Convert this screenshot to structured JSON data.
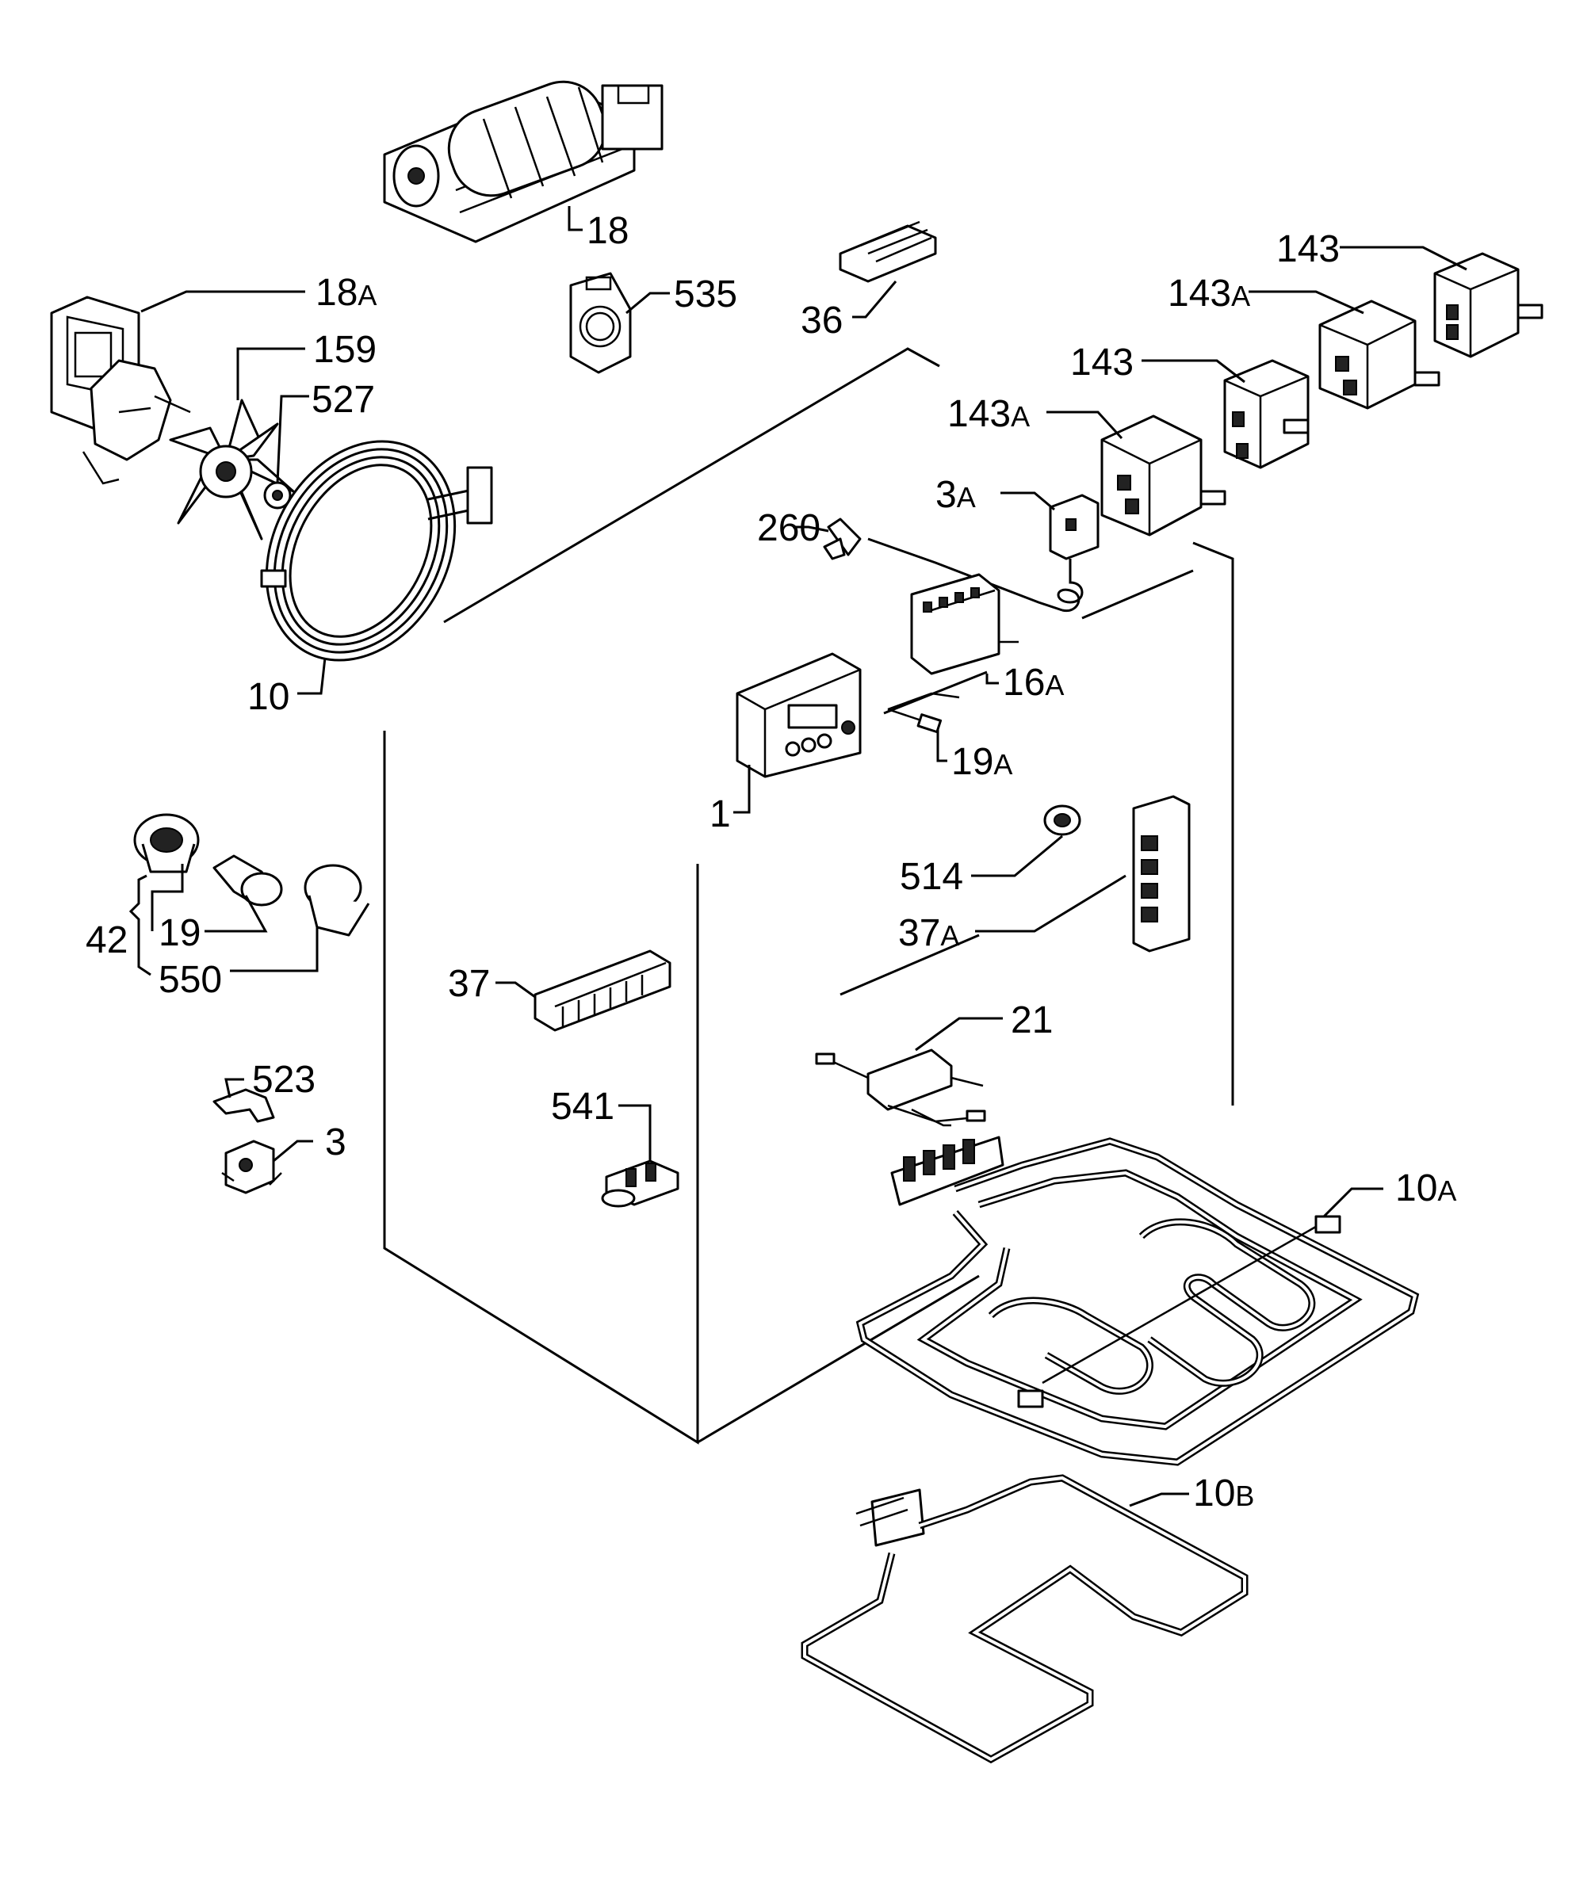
{
  "diagram": {
    "callouts": [
      {
        "id": "18",
        "num": "18",
        "suffix": ""
      },
      {
        "id": "18a",
        "num": "18",
        "suffix": "A"
      },
      {
        "id": "159",
        "num": "159",
        "suffix": ""
      },
      {
        "id": "527",
        "num": "527",
        "suffix": ""
      },
      {
        "id": "10",
        "num": "10",
        "suffix": ""
      },
      {
        "id": "535",
        "num": "535",
        "suffix": ""
      },
      {
        "id": "36",
        "num": "36",
        "suffix": ""
      },
      {
        "id": "143-top",
        "num": "143",
        "suffix": ""
      },
      {
        "id": "143a-upper",
        "num": "143",
        "suffix": "A"
      },
      {
        "id": "143-mid",
        "num": "143",
        "suffix": ""
      },
      {
        "id": "143a-lower",
        "num": "143",
        "suffix": "A"
      },
      {
        "id": "3a",
        "num": "3",
        "suffix": "A"
      },
      {
        "id": "260",
        "num": "260",
        "suffix": ""
      },
      {
        "id": "16a",
        "num": "16",
        "suffix": "A"
      },
      {
        "id": "19a",
        "num": "19",
        "suffix": "A"
      },
      {
        "id": "1",
        "num": "1",
        "suffix": ""
      },
      {
        "id": "514",
        "num": "514",
        "suffix": ""
      },
      {
        "id": "37a",
        "num": "37",
        "suffix": "A"
      },
      {
        "id": "42",
        "num": "42",
        "suffix": ""
      },
      {
        "id": "19",
        "num": "19",
        "suffix": ""
      },
      {
        "id": "550",
        "num": "550",
        "suffix": ""
      },
      {
        "id": "37",
        "num": "37",
        "suffix": ""
      },
      {
        "id": "21",
        "num": "21",
        "suffix": ""
      },
      {
        "id": "523",
        "num": "523",
        "suffix": ""
      },
      {
        "id": "3",
        "num": "3",
        "suffix": ""
      },
      {
        "id": "541",
        "num": "541",
        "suffix": ""
      },
      {
        "id": "10a",
        "num": "10",
        "suffix": "A"
      },
      {
        "id": "10b",
        "num": "10",
        "suffix": "B"
      }
    ]
  }
}
